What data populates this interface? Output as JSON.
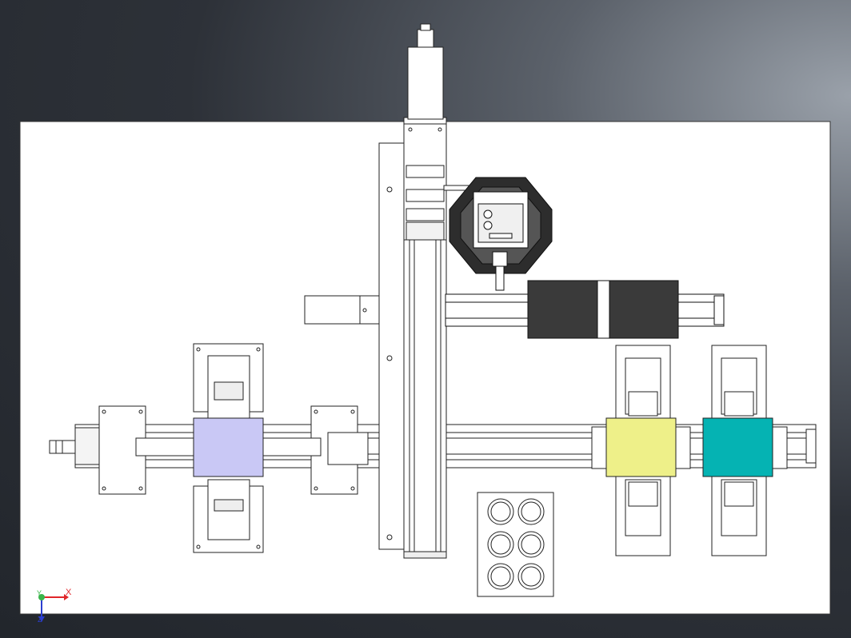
{
  "colors": {
    "viewport_dark": "#22262c",
    "baseplate": "#ffffff",
    "stroke": "#222222",
    "fixture_lavender": "#c9c8f5",
    "fixture_yellow": "#eef089",
    "fixture_teal": "#05b3b3",
    "dark_block": "#3a3a3a",
    "rotary_table": "#2d2d2d",
    "axis_x": "#e0262a",
    "axis_y": "#39b54a",
    "axis_z": "#2b3ed0"
  },
  "triad": {
    "x_label": "X",
    "y_label": "Y",
    "z_label": "Z"
  },
  "icons": [
    "axis-triad-icon"
  ]
}
